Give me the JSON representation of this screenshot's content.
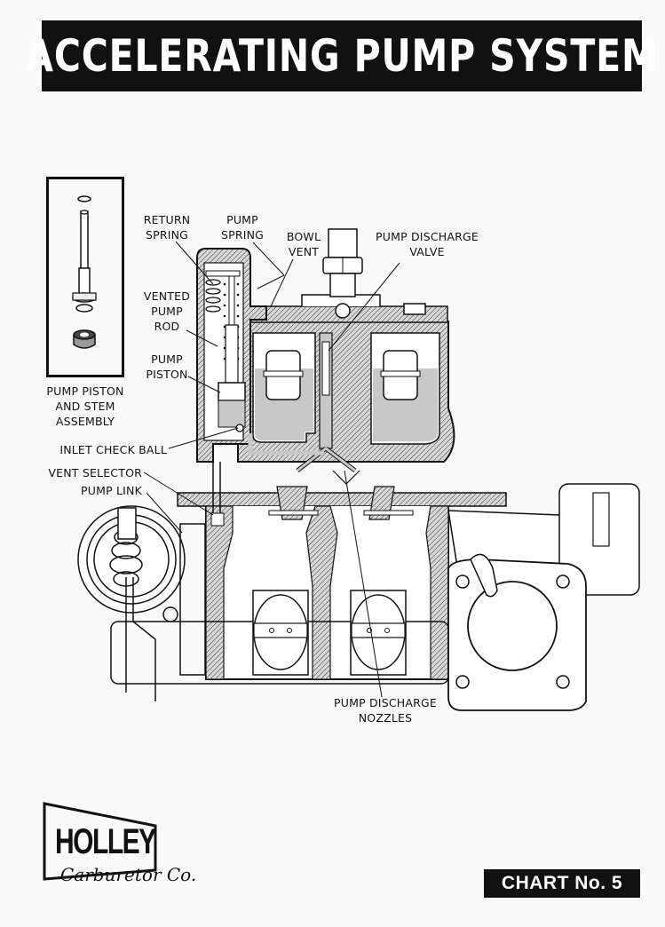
{
  "title": "ACCELERATING PUMP SYSTEM",
  "inset": {
    "caption_lines": [
      "PUMP PISTON",
      "AND STEM",
      "ASSEMBLY"
    ]
  },
  "labels": {
    "return_spring": [
      "RETURN",
      "SPRING"
    ],
    "pump_spring": [
      "PUMP",
      "SPRING"
    ],
    "bowl_vent": [
      "BOWL",
      "VENT"
    ],
    "pump_discharge_valve": [
      "PUMP DISCHARGE",
      "VALVE"
    ],
    "vented_pump_rod": [
      "VENTED",
      "PUMP",
      "ROD"
    ],
    "pump_piston": [
      "PUMP",
      "PISTON"
    ],
    "inlet_check_ball": "INLET CHECK BALL",
    "vent_selector": "VENT SELECTOR",
    "pump_link": "PUMP LINK",
    "pump_discharge_nozzles": [
      "PUMP DISCHARGE",
      "NOZZLES"
    ]
  },
  "logo": {
    "word": "HOLLEY",
    "script": "Carburetor Co."
  },
  "chart_badge": "CHART No. 5",
  "colors": {
    "ink": "#111111",
    "fuel_gray": "#c8c8c8",
    "paper": "#fafafa"
  }
}
